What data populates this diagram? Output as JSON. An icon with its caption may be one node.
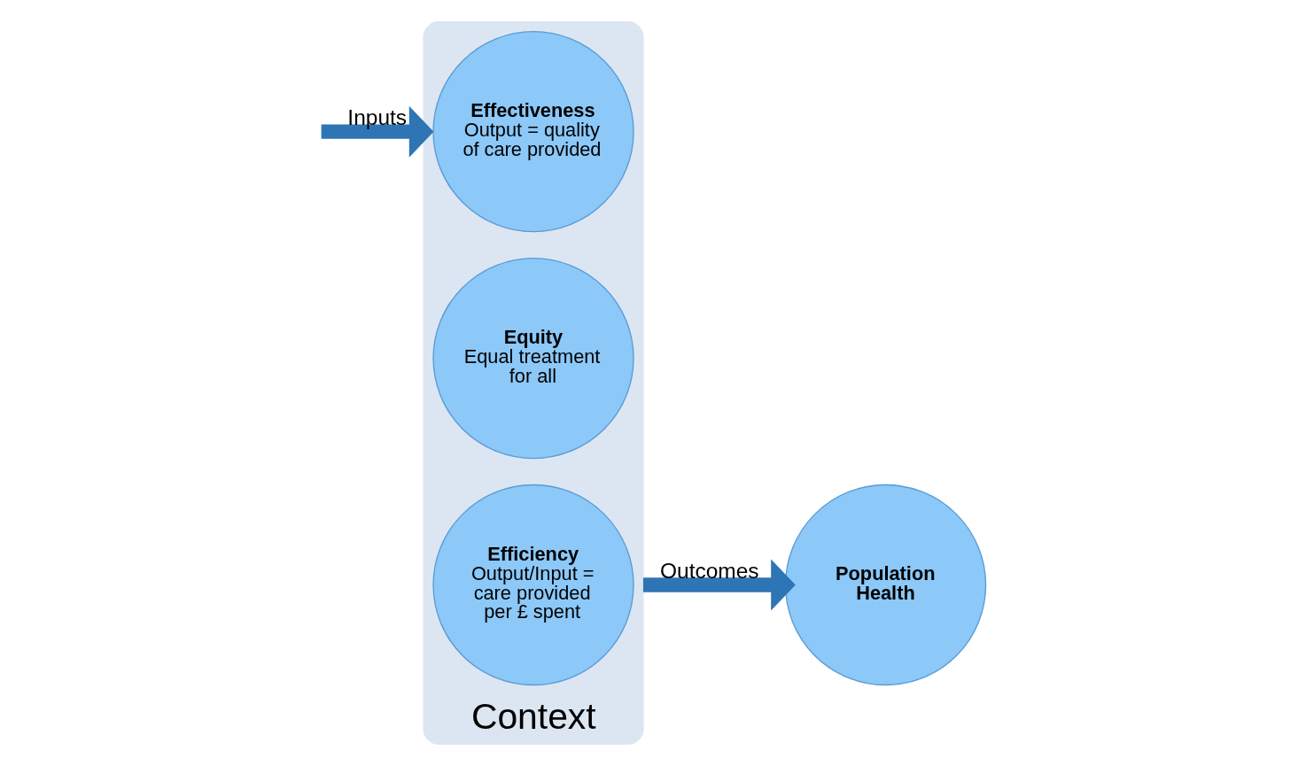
{
  "diagram": {
    "nodes": [
      {
        "text": [
          "Context"
        ]
      },
      {
        "text": [
          "Effectiveness",
          "Output = quality of care provided"
        ],
        "in": 0
      },
      {
        "text": [
          "Equity",
          "Equal treatment for all"
        ],
        "in": 0
      },
      {
        "text": [
          "Efficiency",
          "Output/Input = care provided per £ spent"
        ],
        "in": 0
      },
      {
        "text": [
          "Population Health"
        ]
      }
    ],
    "edges": [
      {
        "from": null,
        "to": 0,
        "arrow": "to",
        "label": "Inputs"
      },
      {
        "from": 0,
        "to": 4,
        "arrow": "to",
        "label": "Outcomes"
      }
    ]
  }
}
